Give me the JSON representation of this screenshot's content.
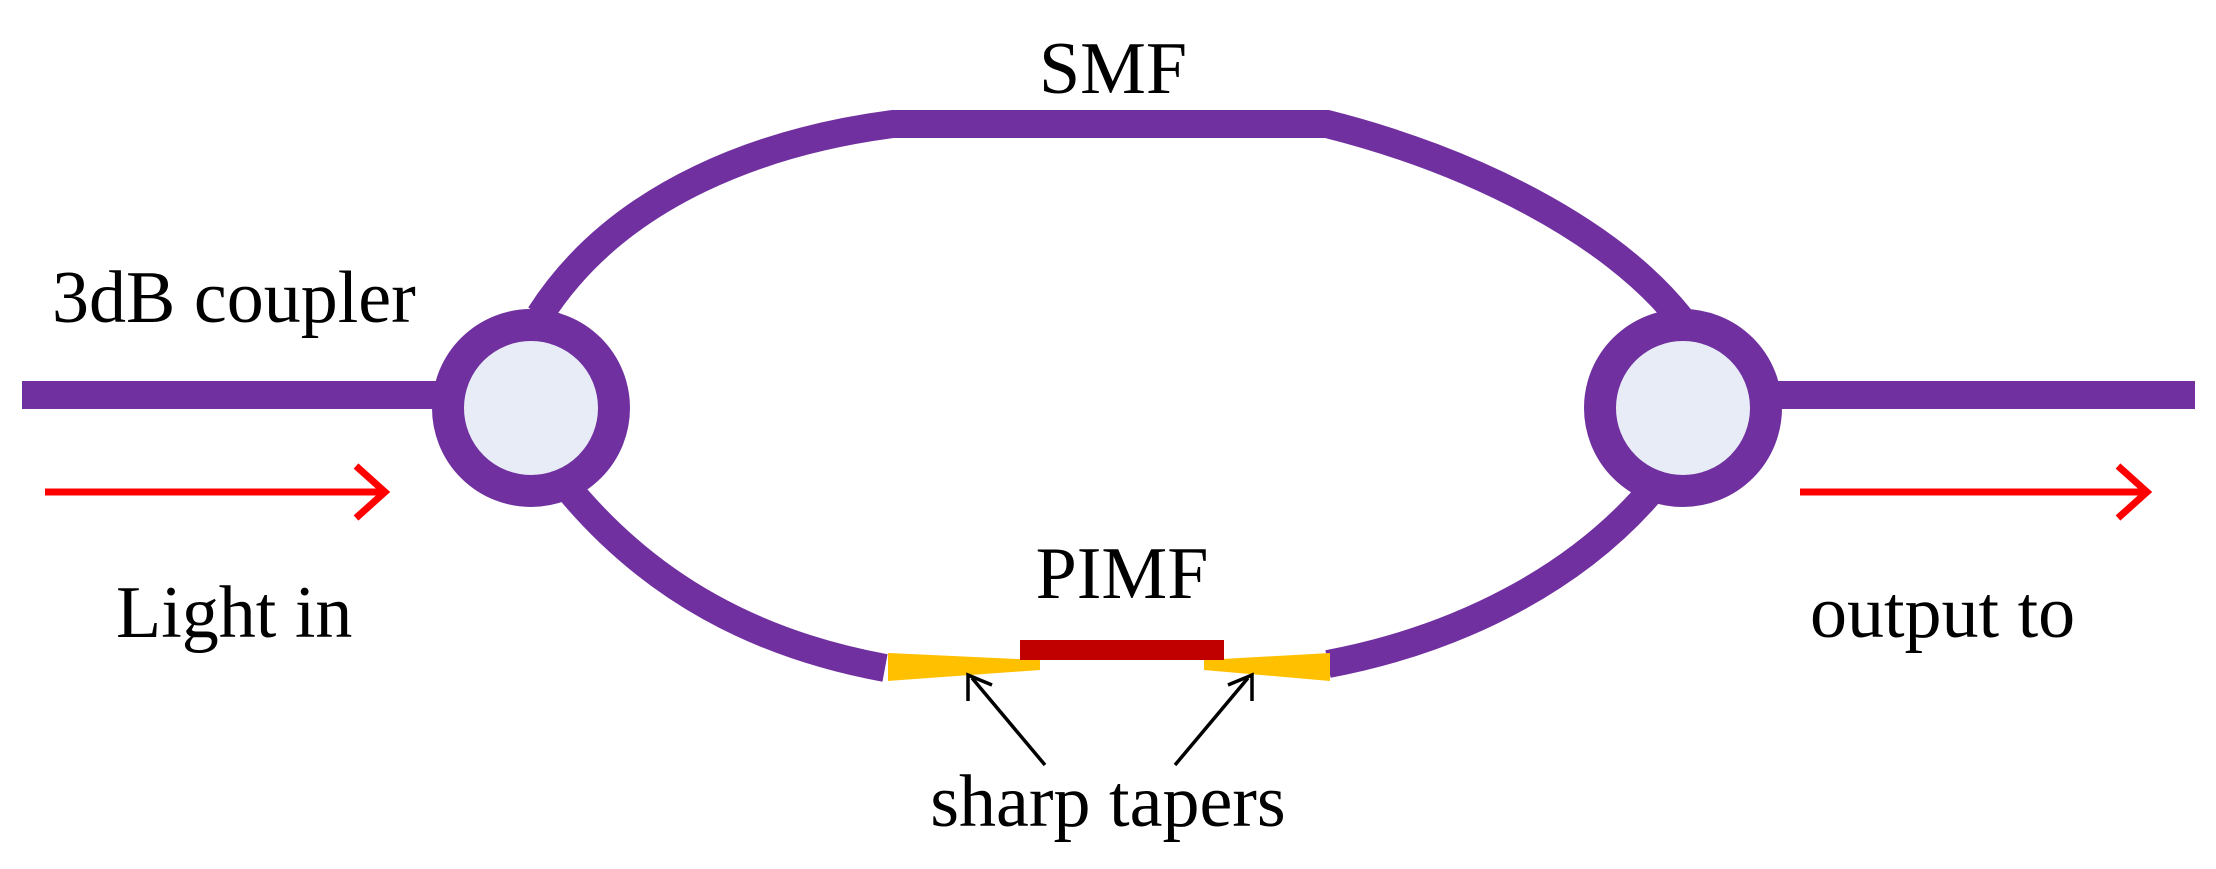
{
  "labels": {
    "smf": "SMF",
    "pimf": "PIMF",
    "coupler": "3dB coupler",
    "light_in": "Light in",
    "output": "output to",
    "tapers": "sharp tapers"
  },
  "colors": {
    "fiber": "#7030a0",
    "coupler_fill": "#e8ecf6",
    "pimf": "#c00000",
    "taper": "#ffc000",
    "arrow": "#ff0000",
    "pointer": "#000000",
    "text": "#000000",
    "background": "#ffffff"
  }
}
